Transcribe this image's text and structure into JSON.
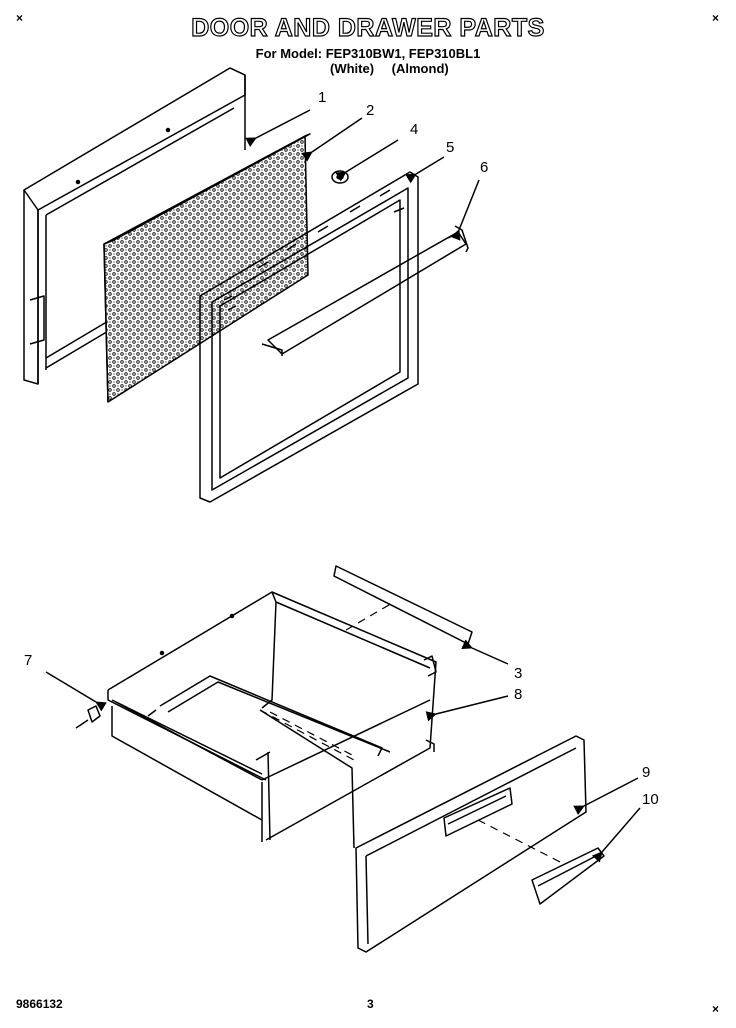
{
  "header": {
    "title": "DOOR AND DRAWER PARTS",
    "model_line": "For Model: FEP310BW1, FEP310BL1",
    "color_white": "(White)",
    "color_almond": "(Almond)"
  },
  "corner_marks": [
    "×",
    "×",
    "×"
  ],
  "callouts": [
    {
      "id": "1",
      "label": "1"
    },
    {
      "id": "2",
      "label": "2"
    },
    {
      "id": "4",
      "label": "4"
    },
    {
      "id": "5",
      "label": "5"
    },
    {
      "id": "6",
      "label": "6"
    },
    {
      "id": "7",
      "label": "7"
    },
    {
      "id": "3",
      "label": "3"
    },
    {
      "id": "8",
      "label": "8"
    },
    {
      "id": "9",
      "label": "9"
    },
    {
      "id": "10",
      "label": "10"
    }
  ],
  "footer": {
    "code": "9866132",
    "page": "3"
  }
}
